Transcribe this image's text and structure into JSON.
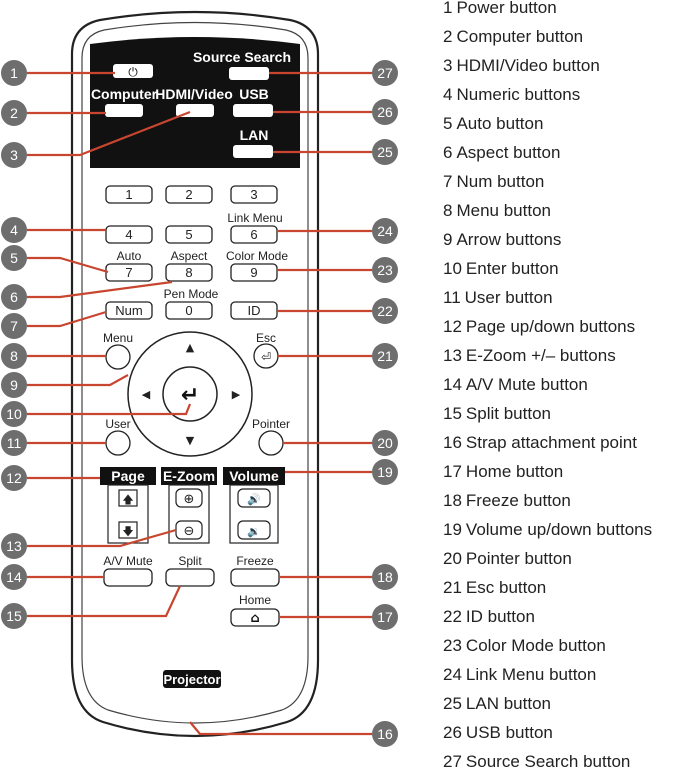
{
  "remote": {
    "labels": {
      "source_search": "Source Search",
      "computer": "Computer",
      "hdmi_video": "HDMI/Video",
      "usb": "USB",
      "lan": "LAN",
      "link_menu": "Link Menu",
      "auto": "Auto",
      "aspect": "Aspect",
      "color_mode": "Color Mode",
      "pen_mode": "Pen Mode",
      "num": "Num",
      "id": "ID",
      "menu": "Menu",
      "esc": "Esc",
      "user": "User",
      "pointer": "Pointer",
      "page": "Page",
      "ezoom": "E-Zoom",
      "volume": "Volume",
      "av_mute": "A/V Mute",
      "split": "Split",
      "freeze": "Freeze",
      "home": "Home",
      "projector": "Projector"
    },
    "digits": [
      "1",
      "2",
      "3",
      "4",
      "5",
      "6",
      "7",
      "8",
      "9",
      "0"
    ],
    "glyphs": {
      "power": "⏻",
      "arrow_up": "▲",
      "arrow_down": "▼",
      "arrow_left": "◀",
      "arrow_right": "▶",
      "enter": "↵",
      "page_up": "🡅",
      "page_down": "🡇",
      "zoom_in": "⊕",
      "zoom_out": "⊖",
      "volume_up": "🔊",
      "volume_down": "🔉",
      "home": "⌂",
      "esc": "⏎"
    },
    "callout_numbers": [
      "1",
      "2",
      "3",
      "4",
      "5",
      "6",
      "7",
      "8",
      "9",
      "10",
      "11",
      "12",
      "13",
      "14",
      "15",
      "16",
      "17",
      "18",
      "19",
      "20",
      "21",
      "22",
      "23",
      "24",
      "25",
      "26",
      "27"
    ]
  },
  "legend": {
    "items": [
      {
        "num": "1",
        "label": "Power button"
      },
      {
        "num": "2",
        "label": "Computer button"
      },
      {
        "num": "3",
        "label": "HDMI/Video button"
      },
      {
        "num": "4",
        "label": "Numeric buttons"
      },
      {
        "num": "5",
        "label": "Auto button"
      },
      {
        "num": "6",
        "label": "Aspect button"
      },
      {
        "num": "7",
        "label": "Num button"
      },
      {
        "num": "8",
        "label": "Menu button"
      },
      {
        "num": "9",
        "label": "Arrow buttons"
      },
      {
        "num": "10",
        "label": "Enter button"
      },
      {
        "num": "11",
        "label": "User button"
      },
      {
        "num": "12",
        "label": "Page up/down buttons"
      },
      {
        "num": "13",
        "label": "E-Zoom +/– buttons"
      },
      {
        "num": "14",
        "label": "A/V Mute button"
      },
      {
        "num": "15",
        "label": "Split button"
      },
      {
        "num": "16",
        "label": "Strap attachment point"
      },
      {
        "num": "17",
        "label": "Home button"
      },
      {
        "num": "18",
        "label": "Freeze button"
      },
      {
        "num": "19",
        "label": "Volume up/down buttons"
      },
      {
        "num": "20",
        "label": "Pointer button"
      },
      {
        "num": "21",
        "label": "Esc button"
      },
      {
        "num": "22",
        "label": "ID button"
      },
      {
        "num": "23",
        "label": "Color Mode button"
      },
      {
        "num": "24",
        "label": "Link Menu button"
      },
      {
        "num": "25",
        "label": "LAN button"
      },
      {
        "num": "26",
        "label": "USB button"
      },
      {
        "num": "27",
        "label": "Source Search button"
      }
    ]
  },
  "colors": {
    "callout": "#c8462f",
    "callout_circle": "#6e6e6e",
    "remote_outline": "#222222",
    "panel_black": "#111111",
    "button_fill": "#ffffff",
    "text": "#222222"
  }
}
